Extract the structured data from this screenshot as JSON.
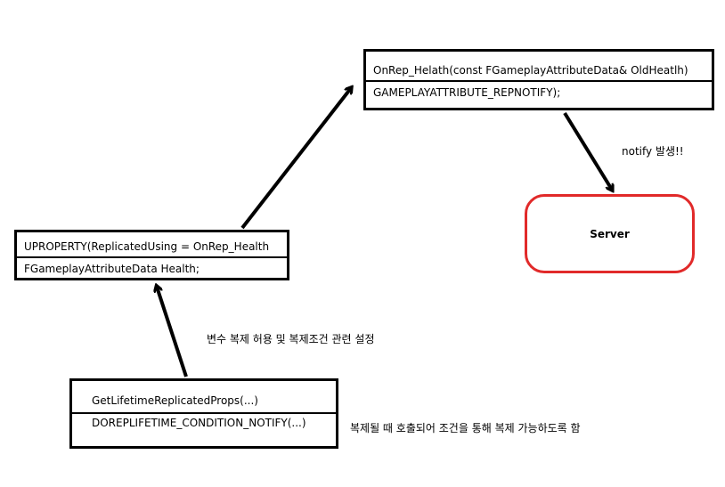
{
  "onrep_box": {
    "header": "OnRep_Helath(const FGameplayAttributeData& OldHeatlh)",
    "body": "GAMEPLAYATTRIBUTE_REPNOTIFY);"
  },
  "uproperty_box": {
    "header": "UPROPERTY(ReplicatedUsing = OnRep_Health",
    "body": "FGameplayAttributeData Health;"
  },
  "lifetime_box": {
    "header": "GetLifetimeReplicatedProps(...)",
    "body": "DOREPLIFETIME_CONDITION_NOTIFY(...)"
  },
  "server_box": {
    "label": "Server",
    "border_color": "#e12a2a"
  },
  "notes": {
    "notify": "notify 발생!!",
    "settings": "변수 복제 허용 및 복제조건 관련 설정",
    "copy": "복제될 때 호출되어 조건을 통해 복제 가능하도록 함"
  }
}
